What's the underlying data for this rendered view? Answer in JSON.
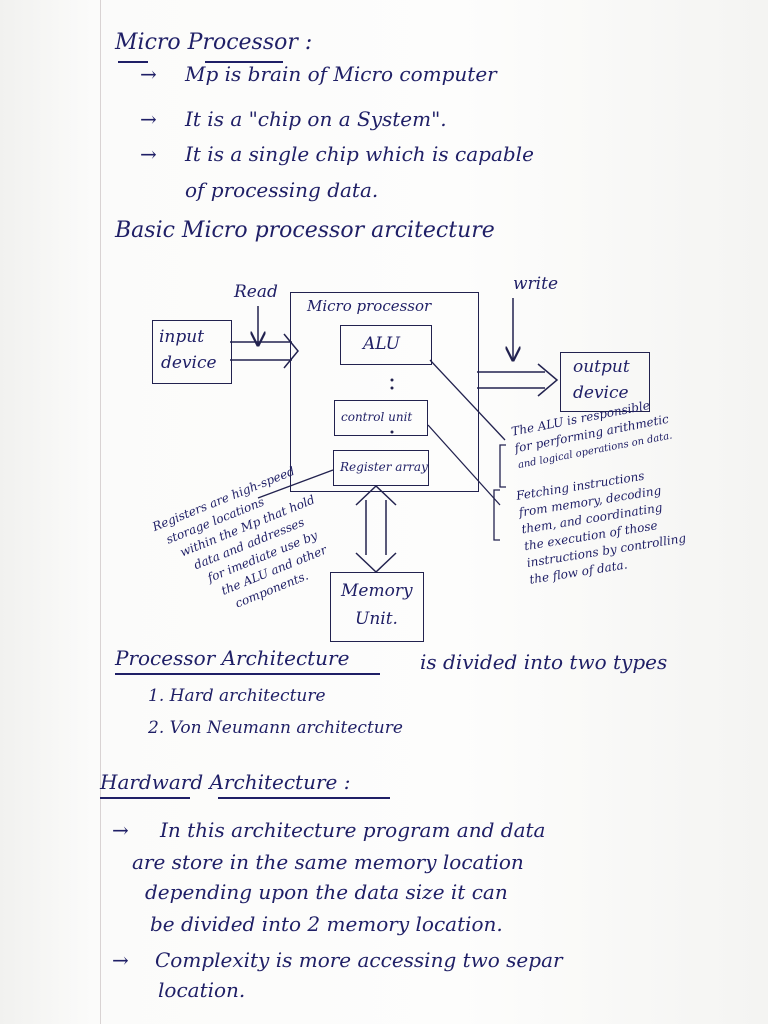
{
  "microprocessor_section": {
    "title": "Micro Processor :",
    "bullets": [
      "Mp is brain of Micro computer",
      "It is a \"chip on a System\".",
      "It is a single chip which is capable",
      "of processing data."
    ]
  },
  "architecture_heading": "Basic Micro processor arcitecture",
  "diagram": {
    "read_label": "Read",
    "write_label": "write",
    "microprocessor_label": "Micro processor",
    "input_device": [
      "input",
      "device"
    ],
    "alu": "ALU",
    "control_unit": "control unit",
    "register_array": "Register array",
    "output_device": [
      "output",
      "device"
    ],
    "memory_unit": [
      "Memory",
      "Unit."
    ],
    "alu_note": [
      "The ALU is responsible",
      "for performing arithmetic",
      "and logical operations on data."
    ],
    "control_note": [
      "Fetching instructions",
      "from memory, decoding",
      "them, and coordinating",
      "the execution of those",
      "instructions by controlling",
      "the flow of data."
    ],
    "register_note": [
      "Registers are high-speed",
      "storage locations",
      "within the Mp that hold",
      "data and addresses",
      "for imediate use by",
      "the ALU and other",
      "components."
    ]
  },
  "processor_architecture": {
    "heading": "Processor Architecture",
    "text": "is divided into two types",
    "types": [
      "1. Hard architecture",
      "2. Von Neumann architecture"
    ]
  },
  "hardward_section": {
    "heading": "Hardward Architecture :",
    "lines": [
      "In this architecture program and data",
      "are store in the same memory location",
      "depending upon the data size it can",
      "be divided into 2 memory location.",
      "Complexity is more accessing two separ",
      "location."
    ]
  },
  "colors": {
    "ink": "#1f1f66",
    "paper": "#fbfbfa",
    "margin": "#d9d3d3"
  }
}
